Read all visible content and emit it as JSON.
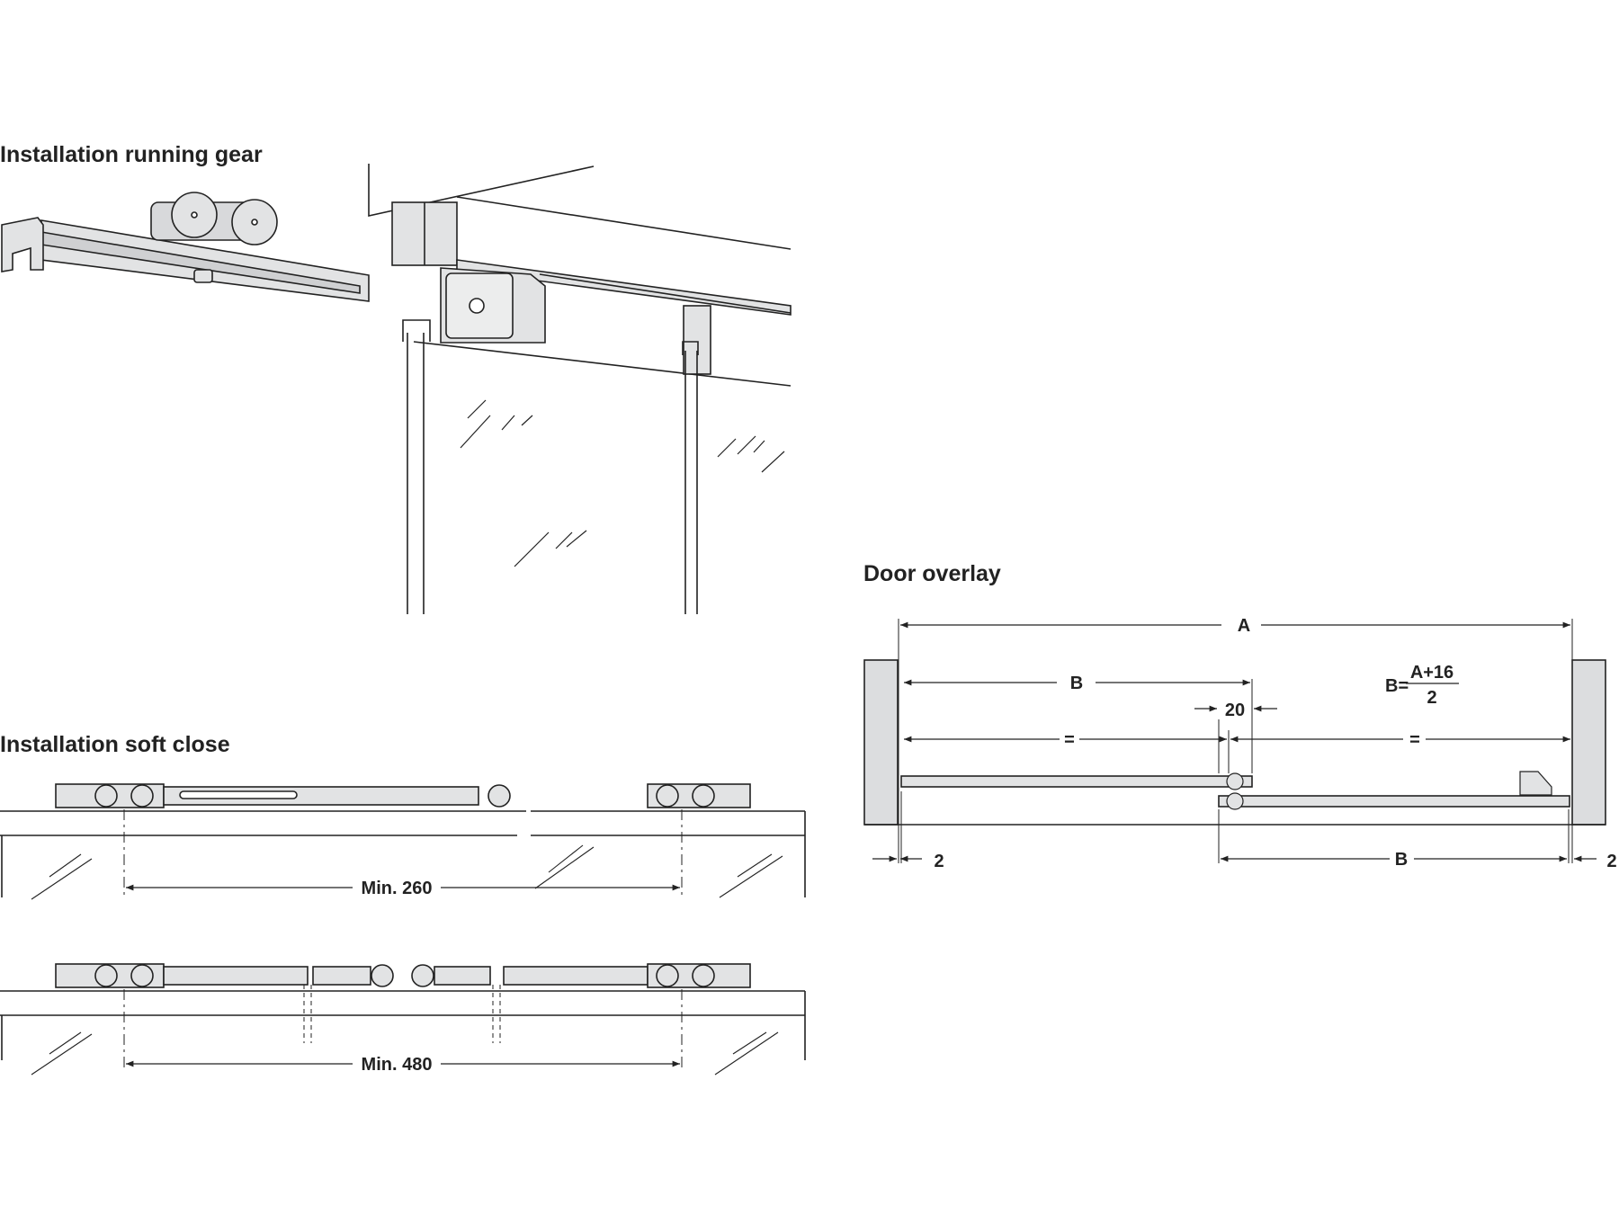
{
  "sections": {
    "running_gear": {
      "title": "Installation running gear"
    },
    "soft_close": {
      "title": "Installation soft close",
      "dim_single": "Min. 260",
      "dim_double": "Min. 480"
    },
    "door_overlay": {
      "title": "Door overlay",
      "dim_A": "A",
      "dim_B_top": "B",
      "dim_B_bottom": "B",
      "dim_gap": "20",
      "dim_equal_left": "=",
      "dim_equal_right": "=",
      "dim_left_offset": "2",
      "dim_right_offset": "2",
      "formula_lhs": "B=",
      "formula_numerator": "A+16",
      "formula_denominator": "2"
    }
  },
  "colors": {
    "line": "#222222",
    "fill": "#e2e3e4",
    "wall": "#dcdddf"
  }
}
